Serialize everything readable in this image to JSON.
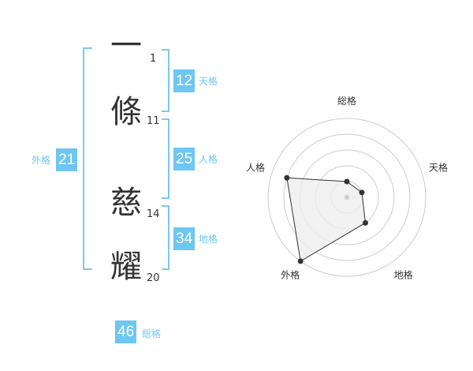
{
  "characters": [
    {
      "char": "一",
      "strokes": "1"
    },
    {
      "char": "條",
      "strokes": "11"
    },
    {
      "char": "慈",
      "strokes": "14"
    },
    {
      "char": "耀",
      "strokes": "20"
    }
  ],
  "fortunes": {
    "tenkaku": {
      "value": "12",
      "label": "天格"
    },
    "jinkaku": {
      "value": "25",
      "label": "人格"
    },
    "chikaku": {
      "value": "34",
      "label": "地格"
    },
    "gaikaku": {
      "value": "21",
      "label": "外格"
    },
    "soukaku": {
      "value": "46",
      "label": "総格"
    }
  },
  "colors": {
    "accent": "#6ec6f3",
    "text": "#333333",
    "grid": "#cccccc",
    "fill": "#eeeeee"
  },
  "chart_data": {
    "type": "radar",
    "axes": [
      "総格",
      "天格",
      "地格",
      "外格",
      "人格"
    ],
    "levels": 5,
    "values": [
      1,
      1,
      2,
      5,
      4
    ],
    "max": 5
  }
}
